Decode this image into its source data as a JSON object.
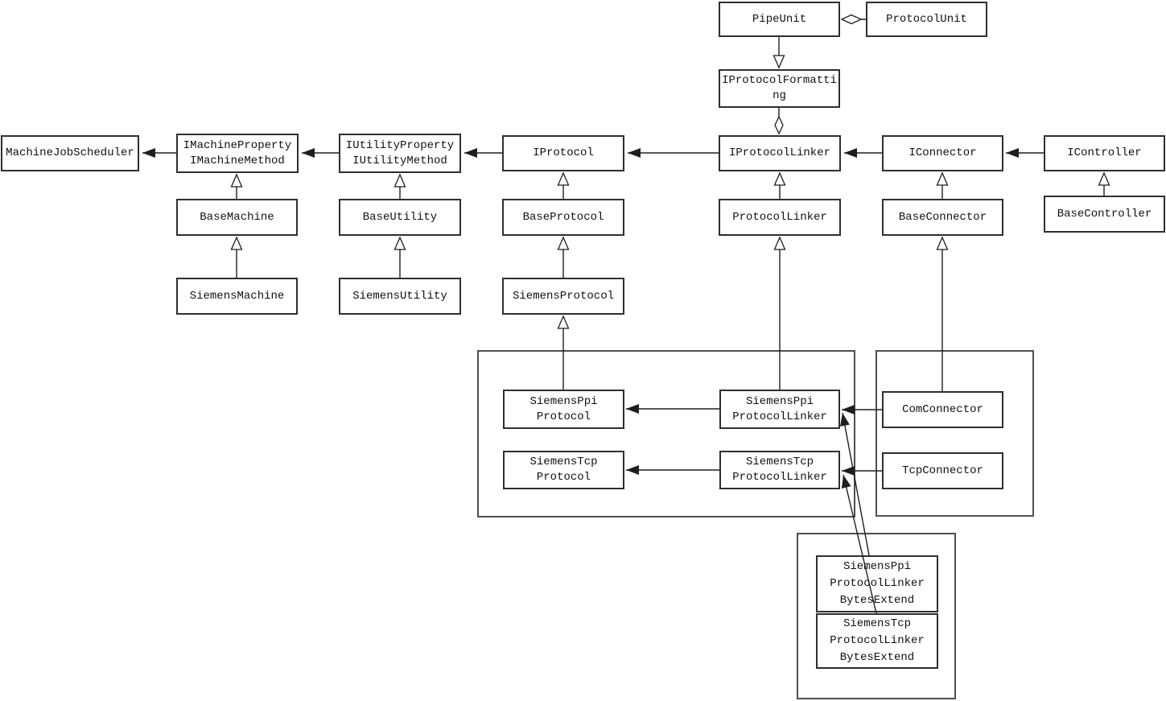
{
  "diagram": {
    "type": "uml-class-diagram",
    "colors": {
      "background": "#ffffff",
      "box_fill": "#ffffff",
      "box_border": "#2f2f2f",
      "group_border": "#4f4f4f",
      "line": "#1e1e1e"
    },
    "nodes": {
      "pipe_unit": {
        "label": "PipeUnit"
      },
      "protocol_unit": {
        "label": "ProtocolUnit"
      },
      "i_protocol_formatting": {
        "label": "IProtocolFormatti\nng"
      },
      "machine_job_scheduler": {
        "label": "MachineJobScheduler"
      },
      "i_machine": {
        "label": "IMachineProperty\nIMachineMethod"
      },
      "i_utility": {
        "label": "IUtilityProperty\nIUtilityMethod"
      },
      "i_protocol": {
        "label": "IProtocol"
      },
      "i_protocol_linker": {
        "label": "IProtocolLinker"
      },
      "i_connector": {
        "label": "IConnector"
      },
      "i_controller": {
        "label": "IController"
      },
      "base_machine": {
        "label": "BaseMachine"
      },
      "base_utility": {
        "label": "BaseUtility"
      },
      "base_protocol": {
        "label": "BaseProtocol"
      },
      "protocol_linker": {
        "label": "ProtocolLinker"
      },
      "base_connector": {
        "label": "BaseConnector"
      },
      "base_controller": {
        "label": "BaseController"
      },
      "siemens_machine": {
        "label": "SiemensMachine"
      },
      "siemens_utility": {
        "label": "SiemensUtility"
      },
      "siemens_protocol": {
        "label": "SiemensProtocol"
      },
      "siemens_ppi_protocol": {
        "label": "SiemensPpi\nProtocol"
      },
      "siemens_tcp_protocol": {
        "label": "SiemensTcp\nProtocol"
      },
      "siemens_ppi_protocol_linker": {
        "label": "SiemensPpi\nProtocolLinker"
      },
      "siemens_tcp_protocol_linker": {
        "label": "SiemensTcp\nProtocolLinker"
      },
      "com_connector": {
        "label": "ComConnector"
      },
      "tcp_connector": {
        "label": "TcpConnector"
      },
      "siemens_ppi_protocol_linker_bytes_extend": {
        "label": "SiemensPpi\nProtocolLinker\nBytesExtend"
      },
      "siemens_tcp_protocol_linker_bytes_extend": {
        "label": "SiemensTcp\nProtocolLinker\nBytesExtend"
      }
    },
    "edge_semantics": {
      "filled_arrow": "association (navigable)",
      "hollow_triangle": "generalization / inheritance",
      "hollow_diamond": "aggregation"
    }
  }
}
